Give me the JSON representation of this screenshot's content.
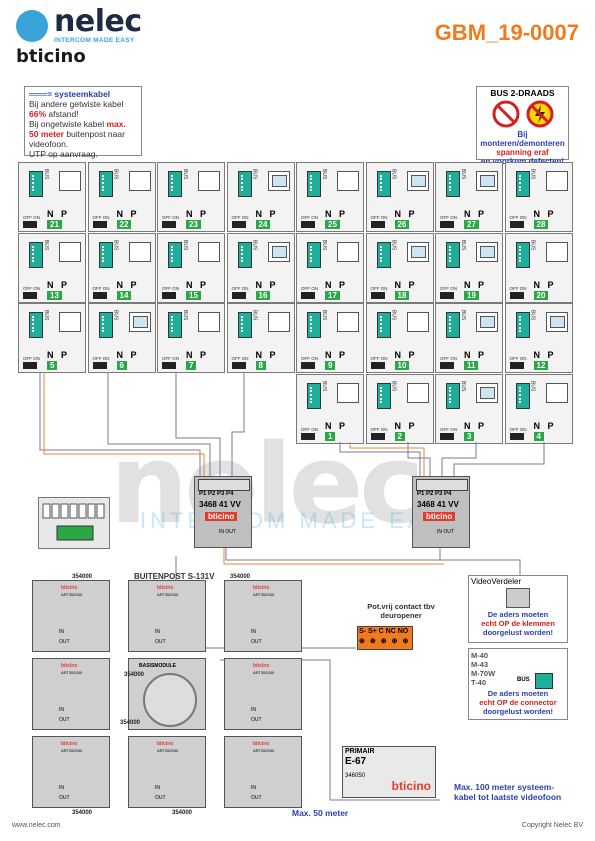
{
  "header": {
    "brand": "nelec",
    "tagline": "INTERCOM MADE EASY",
    "partner": "bticino",
    "doc_id": "GBM_19-0007"
  },
  "note": {
    "line1": "═══= systeemkabel",
    "line2a": "Bij andere getwiste kabel ",
    "line2b": "66%",
    "line2c": " afstand!",
    "line3a": "Bij ongetwiste kabel ",
    "line3b": "max. 50 meter",
    "line3c": " buitenpost naar videofoon.",
    "line4": "UTP op aanvraag."
  },
  "bus_warning": {
    "title": "BUS 2-DRAADS",
    "l1": "Bij monteren/demonteren",
    "l2": "spanning eraf",
    "l3": "en voorkom defecten!"
  },
  "cells": {
    "n": "N",
    "p": "P",
    "off_on": "OFF ON",
    "bus": "BUS",
    "row1": [
      "21",
      "22",
      "23",
      "24",
      "25",
      "26",
      "27",
      "28"
    ],
    "row2": [
      "13",
      "14",
      "15",
      "16",
      "17",
      "18",
      "19",
      "20"
    ],
    "row3": [
      "5",
      "6",
      "7",
      "8",
      "9",
      "10",
      "11",
      "12"
    ],
    "row4": [
      "1",
      "2",
      "3",
      "4"
    ]
  },
  "distributor": {
    "pp": "P1 P2 P3 P4",
    "mid": "3468 41 VV",
    "brand": "bticino",
    "io": "IN OUT"
  },
  "watermark": {
    "big": "nelec",
    "small": "INTERCOM MADE EASY"
  },
  "outdoor": {
    "title": "BUITENPOST S-131V",
    "code": "354000",
    "art": "ART352000",
    "in": "IN",
    "out": "OUT",
    "module": "BASISMODULE"
  },
  "contact": {
    "title": "Pot.vrij contact tbv deuropener",
    "terms": "S- S+ C NC NO"
  },
  "video_distributor": {
    "title": "VideoVerdeler",
    "l1": "De aders moeten",
    "l2": "echt OP de klemmen",
    "l3": "doorgelust worden!"
  },
  "monitors": {
    "models": [
      "M-40",
      "M-43",
      "M-70W",
      "T-40"
    ],
    "bus": "BUS",
    "l1": "De aders moeten",
    "l2": "echt OP de connector",
    "l3": "doorgelust worden!"
  },
  "psu": {
    "title": "PRIMAIR",
    "model": "E-67",
    "code": "346050",
    "brand": "bticino"
  },
  "notes_bottom": {
    "max100": "Max. 100 meter systeem-kabel tot laatste videofoon",
    "max50": "Max. 50 meter"
  },
  "footer": {
    "site": "www.nelec.com",
    "copyright": "Copyright Nelec BV"
  }
}
